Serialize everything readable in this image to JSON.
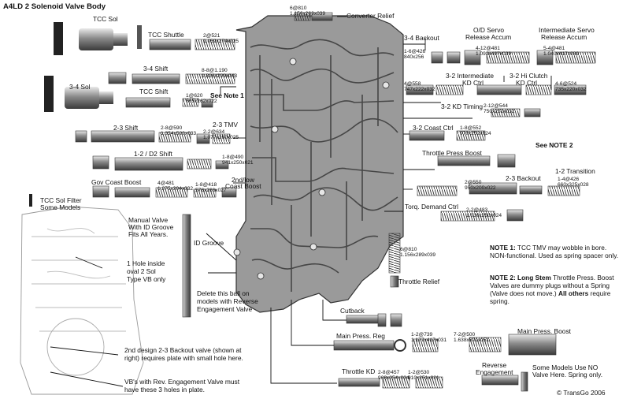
{
  "title": "A4LD 2 Solenoid  Valve Body",
  "copyright": "© TransGo 2006",
  "labels": {
    "tcc_sol": "TCC Sol",
    "tcc_shuttle": "TCC Shuttle",
    "shift_34": "3-4 Shift",
    "sol_34": "3-4 Sol",
    "tcc_shift": "TCC Shift",
    "see_note_1": "See Note 1",
    "shift_23": "2-3 Shift",
    "tmv_23": "2-3 TMV",
    "d2_shift": "1-2 / D2 Shift",
    "gov_coast_boost": "Gov Coast Boost",
    "ndlow_coast_boost_1": "2nd/low",
    "ndlow_coast_boost_2": "Coast Boost",
    "tcc_sol_filter_1": "TCC Sol Filter",
    "tcc_sol_filter_2": "Some Models",
    "manual_valve_1": "Manual Valve",
    "manual_valve_2": "With ID Groove",
    "manual_valve_3": "Fits All Years.",
    "id_groove": "ID Groove",
    "one_hole_1": "1 Hole inside",
    "one_hole_2": "oval 2 Sol",
    "one_hole_3": "Type VB only",
    "delete_ball_1": "Delete this ball on",
    "delete_ball_2": "models with Reverse",
    "delete_ball_3": "Engagement Valve",
    "backout_note_1": "2nd design 2-3 Backout valve (shown at",
    "backout_note_2": "right) requires plate with small hole here.",
    "rev_note_1": "VB's with Rev. Engagement Valve must",
    "rev_note_2": "have these 3 holes in plate.",
    "converter_relief": "Converter Relief",
    "backout_34": "3-4 Backout",
    "od_servo_1": "O/D Servo",
    "od_servo_2": "Release Accum",
    "int_servo_1": "Intermediate Servo",
    "int_servo_2": "Release Accum",
    "int_kd_1": "3-2 Intermediate",
    "int_kd_2": "KD Ctrl",
    "hi_clutch_1": "3-2 Hi Clutch",
    "hi_clutch_2": "KD Ctrl",
    "kd_timing": "3-2 KD Timing",
    "coast_ctrl": "3-2 Coast Ctrl",
    "throttle_press_boost": "Throttle Press Boost",
    "see_note_2": "See NOTE 2",
    "transition_12": "1-2 Transition",
    "backout_23": "2-3 Backout",
    "torq_demand": "Torq. Demand Ctrl",
    "throttle_relief": "Throttle Relief",
    "cutback": "Cutback",
    "main_press_reg": "Main Press. Reg",
    "main_press_boost": "Main Press. Boost",
    "throttle_kd": "Throttle KD",
    "reverse_1": "Reverse",
    "reverse_2": "Engagement",
    "no_valve_1": "Some Models Use NO",
    "no_valve_2": "Valve Here. Spring only."
  },
  "notes": {
    "note1_head": "NOTE 1:",
    "note1_body": " TCC TMV may wobble in bore.  NON-functional. Used as spring spacer only.",
    "note2_head": "NOTE 2: Long Stem",
    "note2_body1": " Throttle Press. Boost Valves are dummy plugs without a Spring (Valve does not move.) ",
    "note2_bold": "All others",
    "note2_body2": " require spring."
  },
  "specs": [
    {
      "n": "2@521",
      "d": "1.059x274x025"
    },
    {
      "n": "8-8@1.190",
      "d": "1.826x299x043"
    },
    {
      "n": "1@620",
      "d": "865x262x022"
    },
    {
      "n": "2-8@590",
      "d": "1.354x520x033"
    },
    {
      "n": "2-2@634",
      "d": "1.077x260x025"
    },
    {
      "n": "1-8@490",
      "d": "941x250x021"
    },
    {
      "n": "4@481",
      "d": "1.275x394x032"
    },
    {
      "n": "1-8@418",
      "d": "578x266x027"
    },
    {
      "n": "6@810",
      "d": "1.156x289x039"
    },
    {
      "n": "1-6@426",
      "d": "840x256"
    },
    {
      "n": "4-12@481",
      "d": "1.092x407x039"
    },
    {
      "n": "5-4@481",
      "d": "1.040x417x039"
    },
    {
      "n": "4@558",
      "d": "747x222x032"
    },
    {
      "n": "4-6@524",
      "d": "735x220x032"
    },
    {
      "n": "2-12@544",
      "d": "750x252x032"
    },
    {
      "n": "1-8@552",
      "d": "970x252x024"
    },
    {
      "n": "2@550",
      "d": "950x200x022"
    },
    {
      "n": "1-4@426",
      "d": "660x325x028"
    },
    {
      "n": "2-2@483",
      "d": "1.030x250x024"
    },
    {
      "n": "6@810",
      "d": "1.156x289x039"
    },
    {
      "n": "1-2@739",
      "d": "1.177x417x031"
    },
    {
      "n": "7-2@500",
      "d": "1.638x691x051"
    },
    {
      "n": "2-8@457",
      "d": "968x254x024"
    },
    {
      "n": "1-2@530",
      "d": "910x251x021"
    }
  ]
}
